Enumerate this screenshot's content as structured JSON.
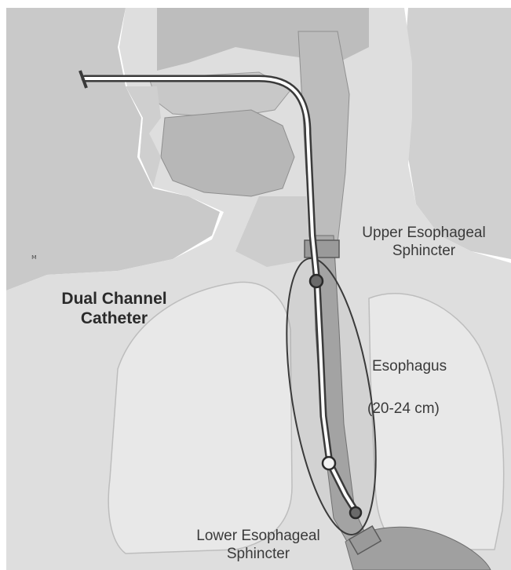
{
  "labels": {
    "catheter": [
      "Dual Channel",
      "Catheter"
    ],
    "upper_sphincter": [
      "Upper Esophageal",
      "Sphincter"
    ],
    "esophagus": "Esophagus",
    "length": "(20-24 cm)",
    "lower_sphincter": [
      "Lower Esophageal",
      "Sphincter"
    ]
  },
  "colors": {
    "background": "#ffffff",
    "body_fill": "#d4d4d4",
    "lung_fill": "#e4e4e4",
    "outline": "#3a3a3a",
    "catheter": "#ffffff"
  }
}
